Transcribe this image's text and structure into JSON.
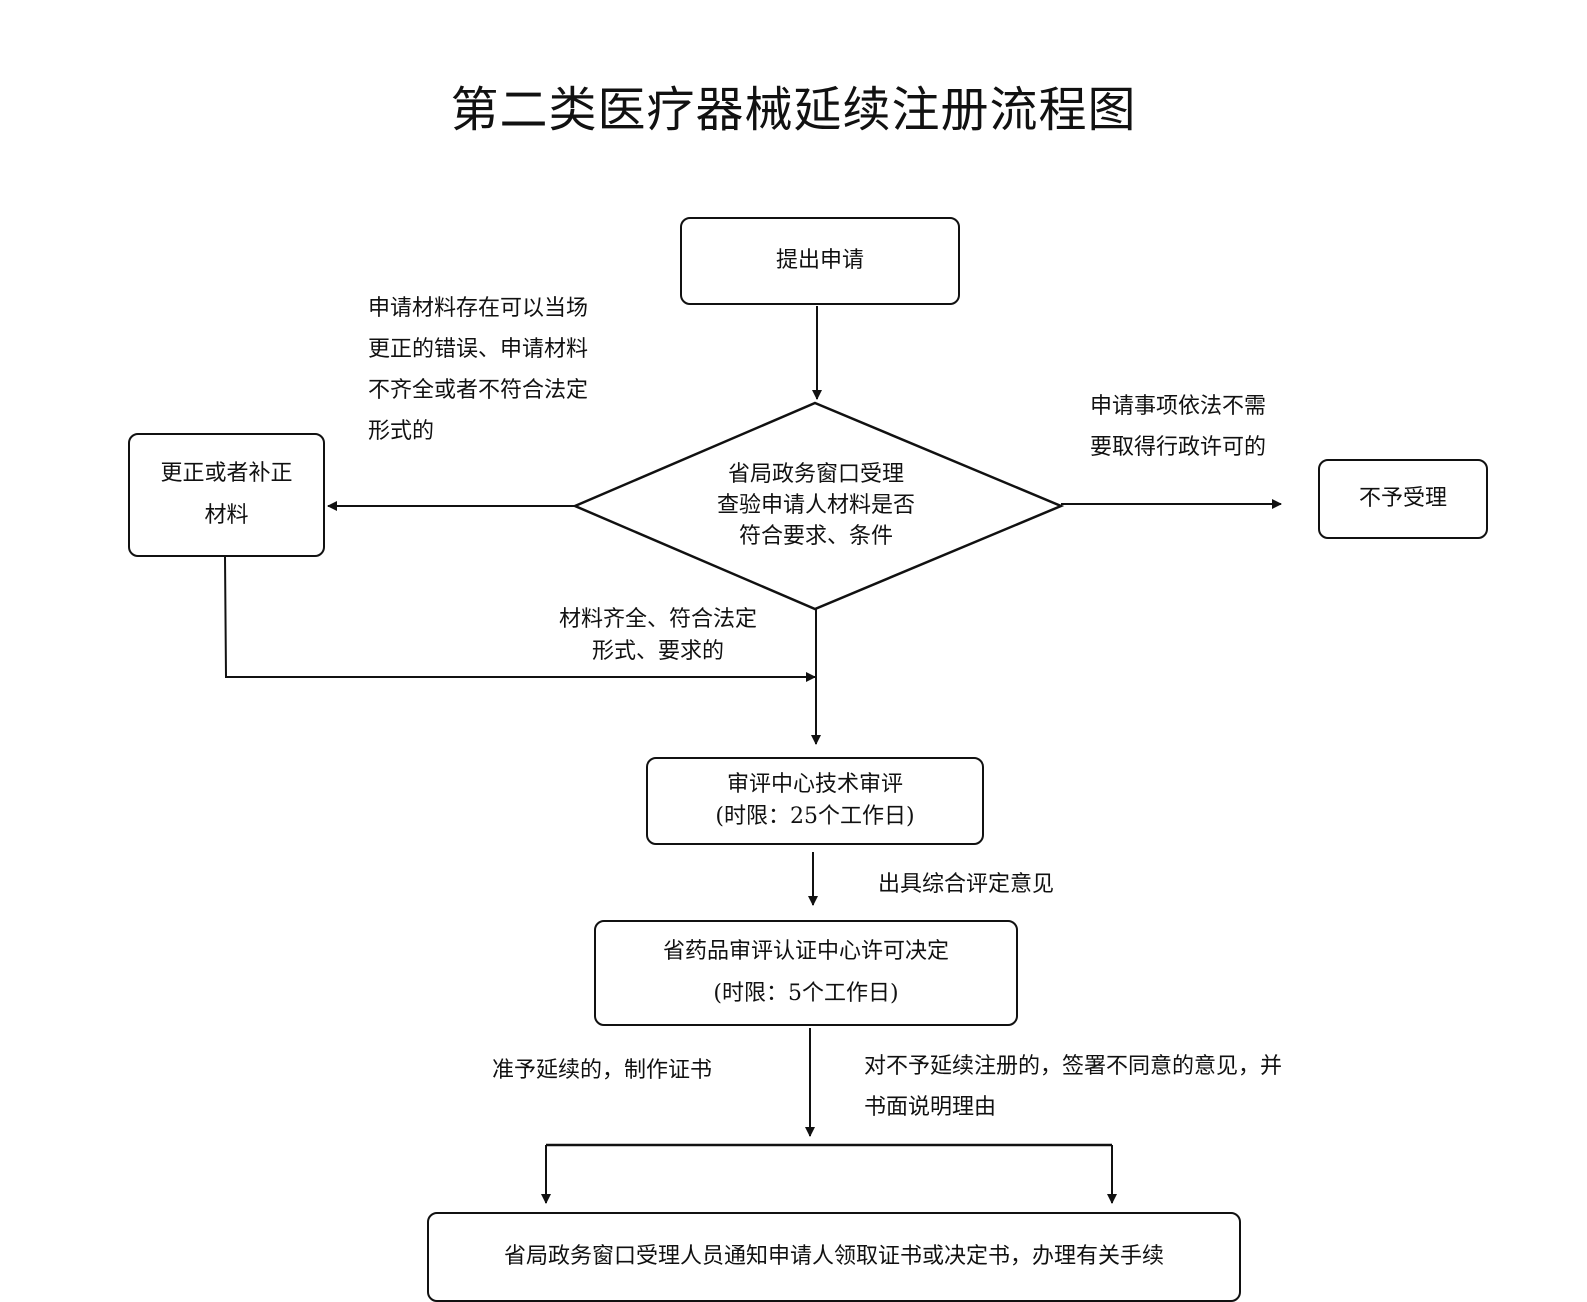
{
  "title": "第二类医疗器械延续注册流程图",
  "nodes": {
    "submit": "提出申请",
    "check": [
      "省局政务窗口受理",
      "查验申请人材料是否",
      "符合要求、条件"
    ],
    "correct": [
      "更正或者补正",
      "材料"
    ],
    "reject": "不予受理",
    "review": [
      "审评中心技术审评",
      "(时限：25个工作日)"
    ],
    "decision": [
      "省药品审评认证中心许可决定",
      "(时限：5个工作日)"
    ],
    "notify": "省局政务窗口受理人员通知申请人领取证书或决定书，办理有关手续"
  },
  "edge_labels": {
    "to_correct": [
      "申请材料存在可以当场",
      "更正的错误、申请材料",
      "不齐全或者不符合法定",
      "形式的"
    ],
    "to_reject": [
      "申请事项依法不需",
      "要取得行政许可的"
    ],
    "to_review": [
      "材料齐全、符合法定",
      "形式、要求的"
    ],
    "to_decision": "出具综合评定意见",
    "approve": "准予延续的，制作证书",
    "deny": [
      "对不予延续注册的，签署不同意的意见，并",
      "书面说明理由"
    ]
  }
}
